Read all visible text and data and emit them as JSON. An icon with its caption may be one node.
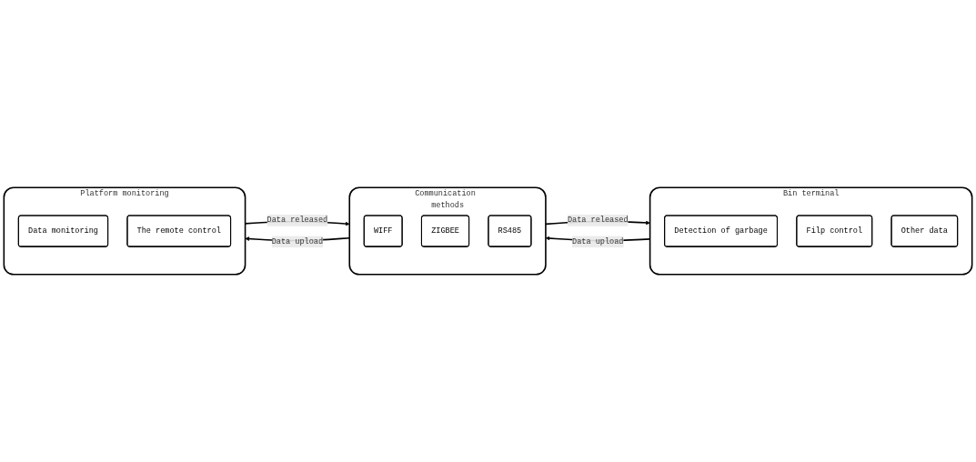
{
  "diagram": {
    "nodes": [
      {
        "text": [
          "Bin terminal"
        ]
      },
      {
        "text": [
          "Detection of garbage"
        ],
        "in": 0
      },
      {
        "text": [
          "Filp control"
        ],
        "in": 0
      },
      {
        "text": [
          "Other data"
        ],
        "in": 0
      },
      {
        "text": [
          "Communication methods"
        ]
      },
      {
        "text": [
          "WIFF"
        ],
        "in": 4
      },
      {
        "text": [
          "ZIGBEE"
        ],
        "in": 4
      },
      {
        "text": [
          "RS485"
        ],
        "in": 4
      },
      {
        "text": [
          "Platform monitoring"
        ]
      },
      {
        "text": [
          "Data monitoring"
        ],
        "in": 8
      },
      {
        "text": [
          "The remote control"
        ],
        "in": 8
      }
    ],
    "edges": [
      {
        "from": 0,
        "to": 4,
        "arrow": "to",
        "label": "Data upload"
      },
      {
        "from": 4,
        "to": 8,
        "arrow": "to",
        "label": "Data upload"
      },
      {
        "from": 4,
        "to": 0,
        "arrow": "to",
        "label": "Data released"
      },
      {
        "from": 8,
        "to": 4,
        "arrow": "to",
        "label": "Data released"
      }
    ]
  }
}
